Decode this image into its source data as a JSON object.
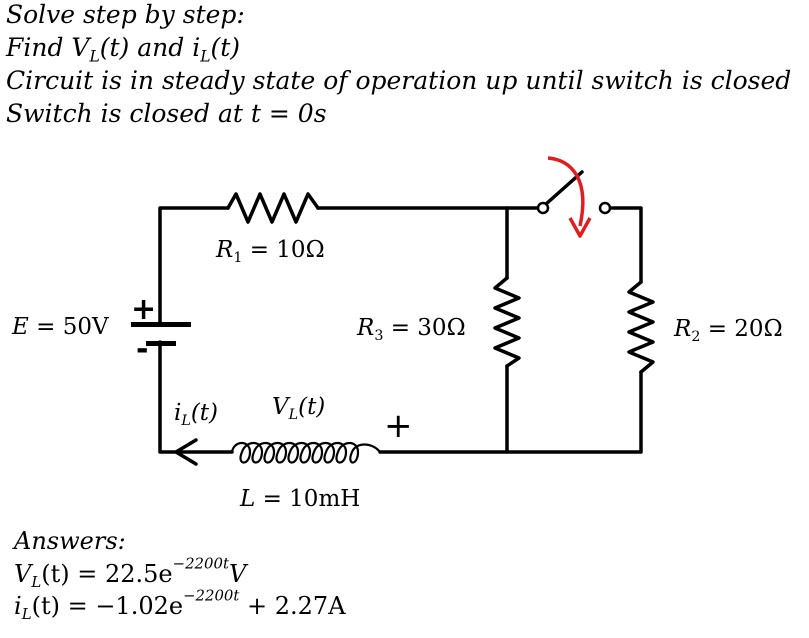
{
  "problem": {
    "line1": "Solve step by step:",
    "line2_prefix": "Find V",
    "line2_sub1": "L",
    "line2_mid": "(t) and i",
    "line2_sub2": "L",
    "line2_suffix": "(t)",
    "line3": "Circuit is in steady state of operation up until switch is closed",
    "line4": "Switch is closed at t = 0s"
  },
  "circuit": {
    "source": {
      "name": "E",
      "value": "= 50V",
      "plus": "+",
      "minus": "-"
    },
    "r1": {
      "name": "R",
      "sub": "1",
      "value": "= 10Ω"
    },
    "r2": {
      "name": "R",
      "sub": "2",
      "value": "= 20Ω"
    },
    "r3": {
      "name": "R",
      "sub": "3",
      "value": "= 30Ω"
    },
    "inductor": {
      "name": "L",
      "value": "= 10mH",
      "voltage_name": "V",
      "voltage_sub": "L",
      "voltage_arg": "(t)",
      "plus": "+"
    },
    "current": {
      "name": "i",
      "sub": "L",
      "arg": "(t)"
    },
    "colors": {
      "wire": "#000000",
      "switch_arrow": "#e31d1d"
    }
  },
  "answers": {
    "title": "Answers:",
    "v_name": "V",
    "v_sub": "L",
    "v_eq": "(t) = 22.5e",
    "v_exp": "−2200t",
    "v_unit": "V",
    "i_name": "i",
    "i_sub": "L",
    "i_eq": "(t) = −1.02e",
    "i_exp": "−2200t",
    "i_tail": " + 2.27A"
  }
}
